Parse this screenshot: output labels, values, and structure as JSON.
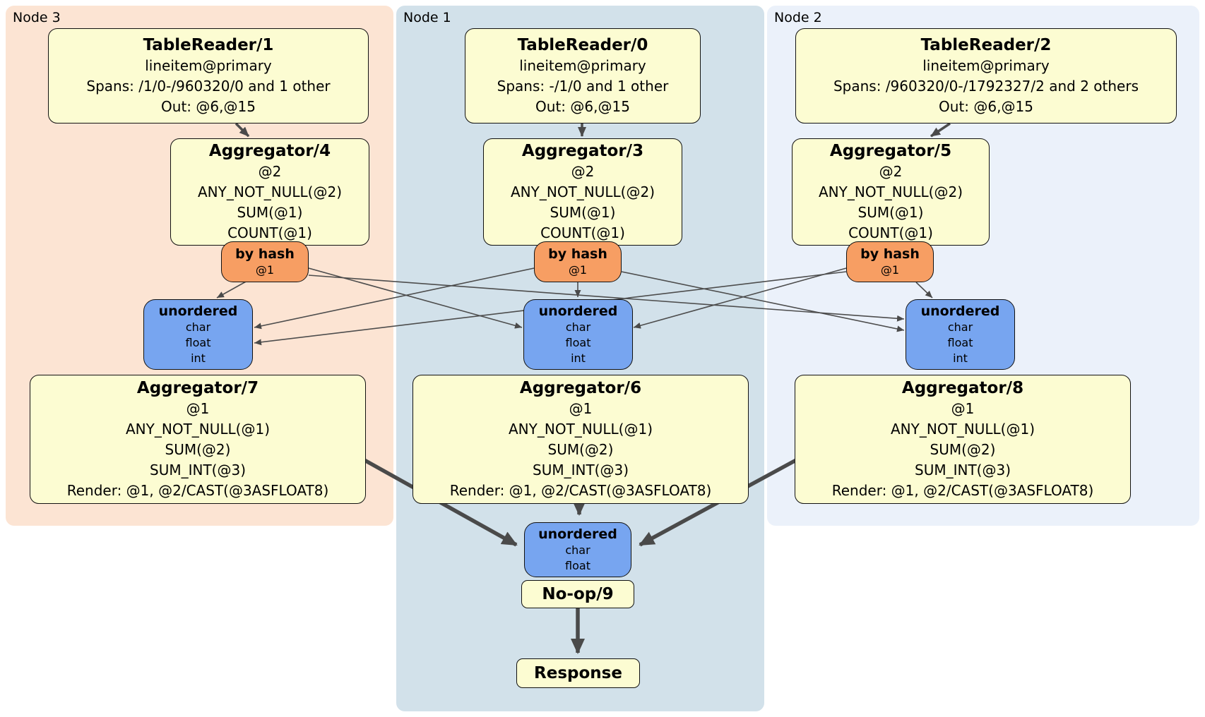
{
  "clusters": {
    "node3": {
      "label": "Node 3",
      "color": "#fce4d3"
    },
    "node1": {
      "label": "Node 1",
      "color": "#d2e1ea"
    },
    "node2": {
      "label": "Node 2",
      "color": "#ebf1fa"
    }
  },
  "processors": {
    "tr1": {
      "title": "TableReader/1",
      "table": "lineitem@primary",
      "spans": "Spans: /1/0-/960320/0 and 1 other",
      "out": "Out: @6,@15"
    },
    "tr0": {
      "title": "TableReader/0",
      "table": "lineitem@primary",
      "spans": "Spans: -/1/0 and 1 other",
      "out": "Out: @6,@15"
    },
    "tr2": {
      "title": "TableReader/2",
      "table": "lineitem@primary",
      "spans": "Spans: /960320/0-/1792327/2 and 2 others",
      "out": "Out: @6,@15"
    },
    "agg4": {
      "title": "Aggregator/4",
      "group": "@2",
      "fn1": "ANY_NOT_NULL(@2)",
      "fn2": "SUM(@1)",
      "fn3": "COUNT(@1)"
    },
    "agg3": {
      "title": "Aggregator/3",
      "group": "@2",
      "fn1": "ANY_NOT_NULL(@2)",
      "fn2": "SUM(@1)",
      "fn3": "COUNT(@1)"
    },
    "agg5": {
      "title": "Aggregator/5",
      "group": "@2",
      "fn1": "ANY_NOT_NULL(@2)",
      "fn2": "SUM(@1)",
      "fn3": "COUNT(@1)"
    },
    "agg7": {
      "title": "Aggregator/7",
      "group": "@1",
      "fn1": "ANY_NOT_NULL(@1)",
      "fn2": "SUM(@2)",
      "fn3": "SUM_INT(@3)",
      "render": "Render: @1, @2/CAST(@3ASFLOAT8)"
    },
    "agg6": {
      "title": "Aggregator/6",
      "group": "@1",
      "fn1": "ANY_NOT_NULL(@1)",
      "fn2": "SUM(@2)",
      "fn3": "SUM_INT(@3)",
      "render": "Render: @1, @2/CAST(@3ASFLOAT8)"
    },
    "agg8": {
      "title": "Aggregator/8",
      "group": "@1",
      "fn1": "ANY_NOT_NULL(@1)",
      "fn2": "SUM(@2)",
      "fn3": "SUM_INT(@3)",
      "render": "Render: @1, @2/CAST(@3ASFLOAT8)"
    },
    "noop": {
      "title": "No-op/9"
    },
    "response": {
      "title": "Response"
    }
  },
  "routers": {
    "hash3": {
      "title": "by hash",
      "key": "@1"
    },
    "hash1": {
      "title": "by hash",
      "key": "@1"
    },
    "hash2": {
      "title": "by hash",
      "key": "@1"
    }
  },
  "syncs": {
    "sync3": {
      "title": "unordered",
      "types": [
        "char",
        "float",
        "int"
      ]
    },
    "sync1": {
      "title": "unordered",
      "types": [
        "char",
        "float",
        "int"
      ]
    },
    "sync2": {
      "title": "unordered",
      "types": [
        "char",
        "float",
        "int"
      ]
    },
    "syncFinal": {
      "title": "unordered",
      "types": [
        "char",
        "float"
      ]
    }
  },
  "colors": {
    "processor_fill": "#fcfcd2",
    "router_fill": "#f79e63",
    "sync_fill": "#77a5f0",
    "edge": "#4a4a4a",
    "border": "#111111"
  }
}
